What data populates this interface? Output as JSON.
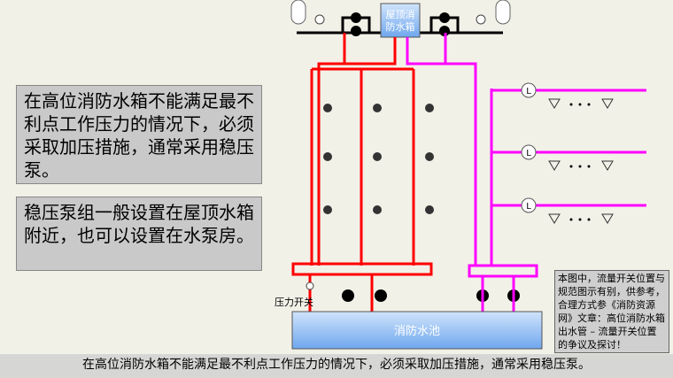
{
  "text_box_1": "在高位消防水箱不能满足最不利点工作压力的情况下，必须采取加压措施，通常采用稳压泵。",
  "text_box_2": "稳压泵组一般设置在屋顶水箱附近，也可以设置在水泵房。",
  "diagram": {
    "roof_tank": [
      "屋顶消",
      "防水箱"
    ],
    "pool": "消防水池",
    "pressure_switch": "压力开关",
    "flow_switch_label": "L"
  },
  "note": "本图中，流量开关位置与规范图示有别，供参考，合理方式参《消防资源网》文章：高位消防水箱出水管 – 流量开关位置的争议及探讨！",
  "caption": "在高位消防水箱不能满足最不利点工作压力的情况下，必须采取加压措施，通常采用稳压泵。",
  "colors": {
    "fire_pipe": "#ff0000",
    "spray_pipe": "#ff00ff",
    "tank": "#7fb2f0"
  }
}
